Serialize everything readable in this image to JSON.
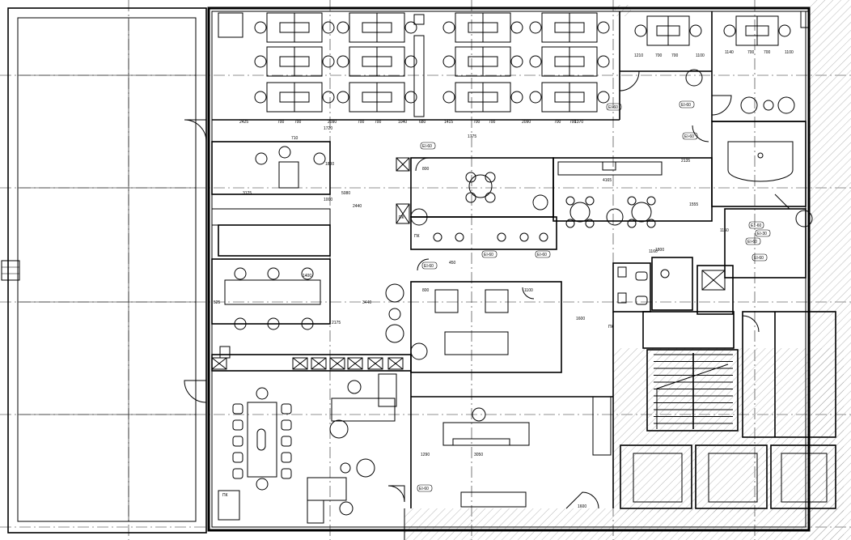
{
  "dimensions": {
    "top_row": [
      "2425",
      "700",
      "700",
      "2090",
      "700",
      "700",
      "1040",
      "680",
      "1415",
      "700",
      "700",
      "2090",
      "700",
      "700",
      "1370"
    ],
    "top_right_a": [
      "1210",
      "700",
      "700",
      "1100"
    ],
    "top_right_b": [
      "1140",
      "700",
      "700",
      "1100"
    ],
    "vertical_1720": "1720",
    "vertical_1775": "1775",
    "dim_710": "710",
    "dim_1800": "1800",
    "dim_3125": "3125",
    "dim_5080": "5080",
    "dim_2440": "2440",
    "dim_1000": "1000",
    "dim_800a": "800",
    "dim_4165": "4165",
    "dim_2135": "2135",
    "dim_1555": "1555",
    "dim_1800b": "1800",
    "dim_1160": "1160",
    "dim_1150": "1150",
    "dim_800b": "800",
    "dim_1600a": "1600",
    "dim_3440": "3440",
    "dim_1400": "1400",
    "dim_525": "525",
    "dim_2175": "2175",
    "dim_1290": "1290",
    "dim_3050": "3050",
    "dim_1600b": "1600",
    "dim_450": "450",
    "dim_1100": "1100"
  },
  "tags": {
    "ei60_1": "EI-60",
    "ei60_2": "EI-60",
    "ei60_3": "EI-60",
    "ei60_4": "EI-60",
    "ei60_5": "EI-60",
    "ei60_6": "EI-60",
    "ei60_7": "EI-60",
    "ei60_8": "EI-60",
    "ei60_9": "EI-60",
    "ei30": "EI-30",
    "ei60_side": "EI-60",
    "e1_60": "E1-60"
  },
  "labels": {
    "pk_1": "ПК",
    "pk_2": "ПК",
    "pk_3": "ПК",
    "pk_4": "ПК"
  }
}
